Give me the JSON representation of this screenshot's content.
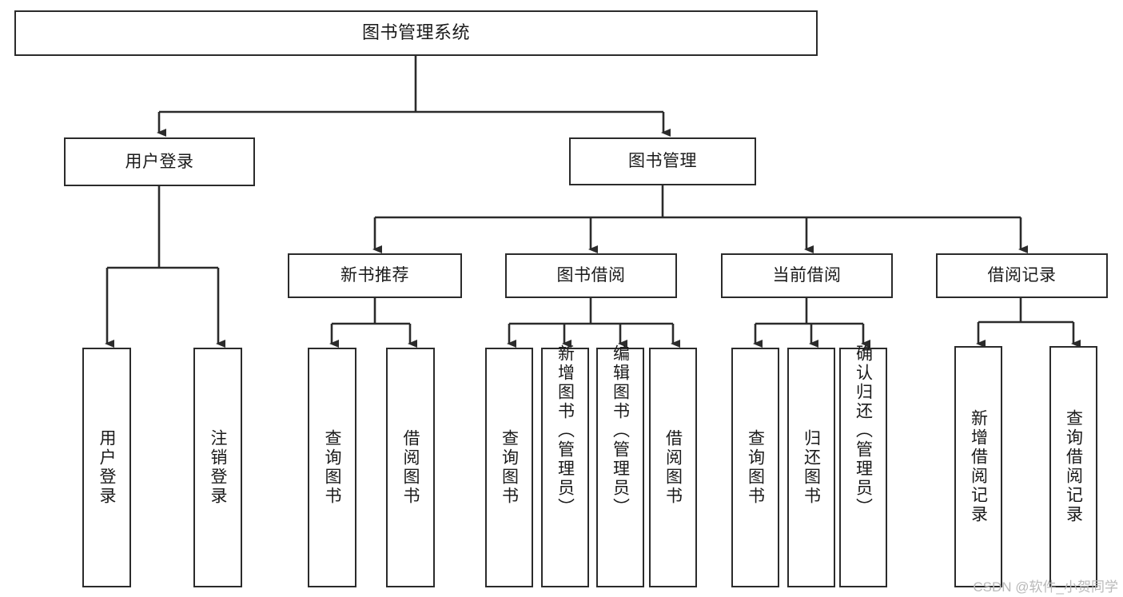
{
  "diagram": {
    "type": "hierarchy-tree",
    "title": "图书管理系统",
    "orientation": "top-down",
    "line_color": "#2b2b2b",
    "box_fill": "#ffffff",
    "text_color": "#1a1a1a",
    "nodes": {
      "root": {
        "label": "图书管理系统",
        "level": 1
      },
      "user_login": {
        "label": "用户登录",
        "level": 2
      },
      "book_manage": {
        "label": "图书管理",
        "level": 2
      },
      "new_book_rec": {
        "label": "新书推荐",
        "level": 3
      },
      "book_borrow": {
        "label": "图书借阅",
        "level": 3
      },
      "current_borrow": {
        "label": "当前借阅",
        "level": 3
      },
      "borrow_record": {
        "label": "借阅记录",
        "level": 3
      },
      "leaf_user_login": {
        "label": "用户登录",
        "level": 3
      },
      "leaf_logout": {
        "label": "注销登录",
        "level": 3
      },
      "leaf_query_book_1": {
        "label": "查询图书",
        "level": 4
      },
      "leaf_borrow_book_1": {
        "label": "借阅图书",
        "level": 4
      },
      "leaf_query_book_2": {
        "label": "查询图书",
        "level": 4
      },
      "leaf_add_book": {
        "label": "新增图书（管理员）",
        "level": 4
      },
      "leaf_edit_book": {
        "label": "编辑图书（管理员）",
        "level": 4
      },
      "leaf_borrow_book_2": {
        "label": "借阅图书",
        "level": 4
      },
      "leaf_query_book_3": {
        "label": "查询图书",
        "level": 4
      },
      "leaf_return_book": {
        "label": "归还图书",
        "level": 4
      },
      "leaf_confirm_return": {
        "label": "确认归还（管理员）",
        "level": 4
      },
      "leaf_add_record": {
        "label": "新增借阅记录",
        "level": 4
      },
      "leaf_query_record": {
        "label": "查询借阅记录",
        "level": 4
      }
    },
    "edges": [
      {
        "from": "root",
        "to": "user_login"
      },
      {
        "from": "root",
        "to": "book_manage"
      },
      {
        "from": "user_login",
        "to": "leaf_user_login"
      },
      {
        "from": "user_login",
        "to": "leaf_logout"
      },
      {
        "from": "book_manage",
        "to": "new_book_rec"
      },
      {
        "from": "book_manage",
        "to": "book_borrow"
      },
      {
        "from": "book_manage",
        "to": "current_borrow"
      },
      {
        "from": "book_manage",
        "to": "borrow_record"
      },
      {
        "from": "new_book_rec",
        "to": "leaf_query_book_1"
      },
      {
        "from": "new_book_rec",
        "to": "leaf_borrow_book_1"
      },
      {
        "from": "book_borrow",
        "to": "leaf_query_book_2"
      },
      {
        "from": "book_borrow",
        "to": "leaf_add_book"
      },
      {
        "from": "book_borrow",
        "to": "leaf_edit_book"
      },
      {
        "from": "book_borrow",
        "to": "leaf_borrow_book_2"
      },
      {
        "from": "current_borrow",
        "to": "leaf_query_book_3"
      },
      {
        "from": "current_borrow",
        "to": "leaf_return_book"
      },
      {
        "from": "current_borrow",
        "to": "leaf_confirm_return"
      },
      {
        "from": "borrow_record",
        "to": "leaf_add_record"
      },
      {
        "from": "borrow_record",
        "to": "leaf_query_record"
      }
    ]
  },
  "watermark": {
    "text": "CSDN @软件_小贺同学"
  }
}
